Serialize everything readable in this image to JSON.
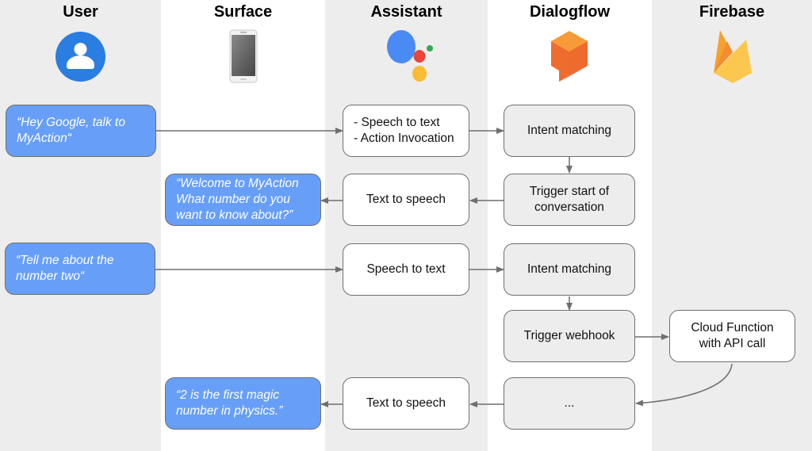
{
  "lanes": [
    {
      "title": "User",
      "icon": "user-account-icon"
    },
    {
      "title": "Surface",
      "icon": "smartphone-icon"
    },
    {
      "title": "Assistant",
      "icon": "google-assistant-icon"
    },
    {
      "title": "Dialogflow",
      "icon": "dialogflow-icon"
    },
    {
      "title": "Firebase",
      "icon": "firebase-icon"
    }
  ],
  "colors": {
    "user_bubble": "#679ff8",
    "lane_grey": "#ededed",
    "lane_white": "#ffffff",
    "border": "#6f6f6f"
  },
  "user_messages": {
    "m1": "“Hey Google, talk to\nMyAction“",
    "m2": "“Tell me about the\nnumber two“"
  },
  "surface_messages": {
    "m1": "“Welcome to MyAction\nWhat number do you\nwant to know about?”",
    "m2": "“2 is the first magic\nnumber in physics.”"
  },
  "assistant_steps": {
    "s1": "- Speech to text\n- Action Invocation",
    "s2": "Text to speech",
    "s3": "Speech to text",
    "s4": "Text to speech"
  },
  "dialogflow_steps": {
    "d1": "Intent matching",
    "d2": "Trigger start of\nconversation",
    "d3": "Intent matching",
    "d4": "Trigger webhook",
    "d5": "..."
  },
  "firebase_steps": {
    "f1": "Cloud Function\nwith API call"
  }
}
